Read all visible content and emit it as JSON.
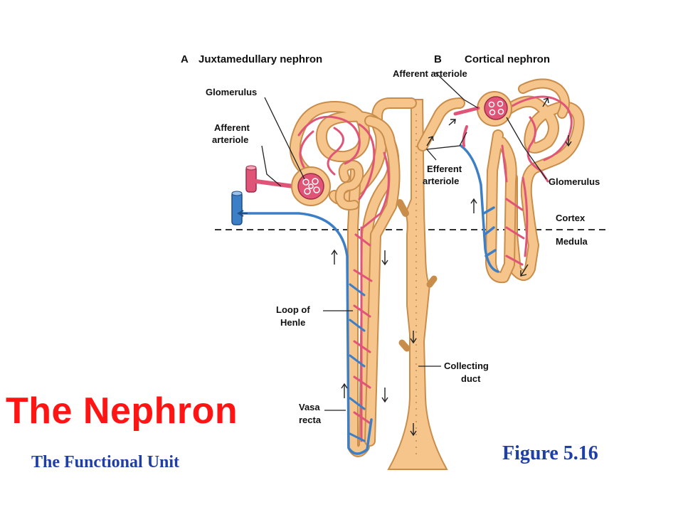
{
  "title": "The Nephron",
  "subtitle": "The Functional Unit",
  "figure_label": "Figure 5.16",
  "colors": {
    "title": "#ff1414",
    "subtitle": "#1f3fa6",
    "figure": "#1f3fa6",
    "tubule": "#f6c58c",
    "tubule_edge": "#c98d4b",
    "arteriole": "#e05577",
    "vein": "#3d7fc6"
  },
  "diagram": {
    "panel_a": {
      "letter": "A",
      "title": "Juxtamedullary nephron"
    },
    "panel_b": {
      "letter": "B",
      "title": "Cortical nephron"
    },
    "labels": {
      "glomerulus_a": "Glomerulus",
      "afferent_a_line1": "Afferent",
      "afferent_a_line2": "arteriole",
      "afferent_b": "Afferent arteriole",
      "efferent_line1": "Efferent",
      "efferent_line2": "arteriole",
      "glomerulus_b": "Glomerulus",
      "cortex": "Cortex",
      "medula": "Medula",
      "loop_line1": "Loop of",
      "loop_line2": "Henle",
      "collecting_line1": "Collecting",
      "collecting_line2": "duct",
      "vasa_line1": "Vasa",
      "vasa_line2": "recta"
    }
  }
}
